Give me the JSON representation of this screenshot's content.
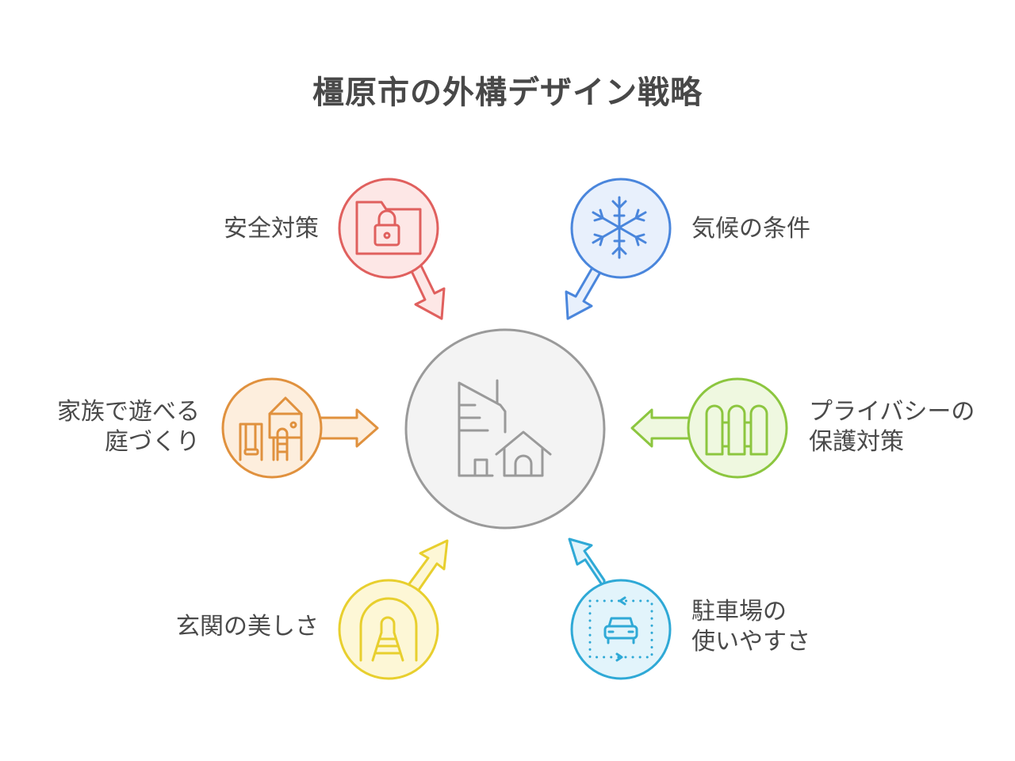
{
  "title": "橿原市の外構デザイン戦略",
  "center": {
    "icon": "building-and-house-icon",
    "stroke": "#9a9a9a",
    "fill": "#f3f3f3"
  },
  "nodes": [
    {
      "id": "safety",
      "label_lines": [
        "安全対策"
      ],
      "icon": "locked-folder-icon",
      "stroke": "#e0605e",
      "fill": "#fde7e6",
      "position": "top-left"
    },
    {
      "id": "climate",
      "label_lines": [
        "気候の条件"
      ],
      "icon": "snowflake-icon",
      "stroke": "#4a86dc",
      "fill": "#e8f0fc",
      "position": "top-right"
    },
    {
      "id": "family-garden",
      "label_lines": [
        "家族で遊べる",
        "庭づくり"
      ],
      "icon": "playground-icon",
      "stroke": "#e0913e",
      "fill": "#fdeedd",
      "position": "middle-left"
    },
    {
      "id": "privacy",
      "label_lines": [
        "プライバシーの",
        "保護対策"
      ],
      "icon": "fence-icon",
      "stroke": "#8cc63f",
      "fill": "#eff8e0",
      "position": "middle-right"
    },
    {
      "id": "entrance",
      "label_lines": [
        "玄関の美しさ"
      ],
      "icon": "tunnel-path-icon",
      "stroke": "#e8cf2e",
      "fill": "#fdf7d6",
      "position": "bottom-left"
    },
    {
      "id": "parking",
      "label_lines": [
        "駐車場の",
        "使いやすさ"
      ],
      "icon": "car-parking-icon",
      "stroke": "#2fa9d6",
      "fill": "#e2f4fb",
      "position": "bottom-right"
    }
  ]
}
